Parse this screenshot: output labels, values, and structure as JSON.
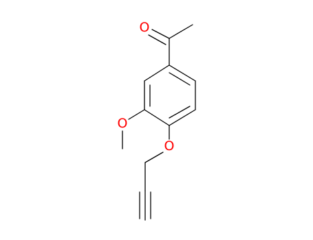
{
  "molecule": {
    "atoms": [
      {
        "id": "carbonyl-oxygen",
        "symbol": "O",
        "color": "#ff0000"
      },
      {
        "id": "methoxy-oxygen",
        "symbol": "O",
        "color": "#ff0000"
      },
      {
        "id": "ether-oxygen",
        "symbol": "O",
        "color": "#ff0000"
      }
    ],
    "bond_color": "#000000",
    "background": "#ffffff"
  }
}
